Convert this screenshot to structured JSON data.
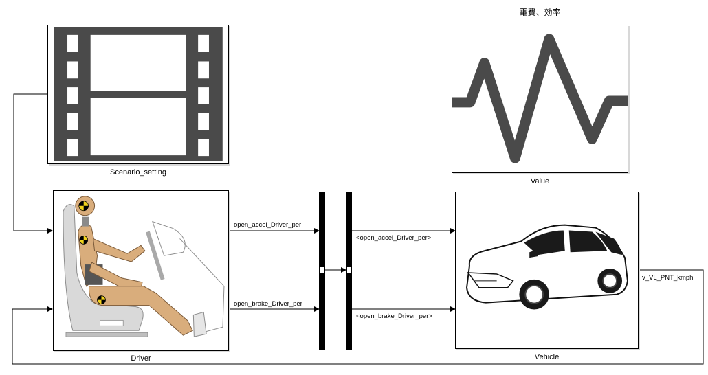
{
  "blocks": {
    "scenario": {
      "label": "Scenario_setting",
      "icon": "film-strip-icon"
    },
    "scope": {
      "title": "電費、効率",
      "label": "Value",
      "icon": "waveform-icon"
    },
    "driver": {
      "label": "Driver",
      "icon": "crash-test-dummy-driver-icon"
    },
    "vehicle": {
      "label": "Vehicle",
      "icon": "car-icon"
    },
    "mux": {
      "icon": "bus-creator-icon"
    },
    "demux": {
      "icon": "bus-selector-icon"
    }
  },
  "signals": {
    "accel_out": "open_accel_Driver_per",
    "brake_out": "open_brake_Driver_per",
    "accel_in": "<open_accel_Driver_per>",
    "brake_in": "<open_brake_Driver_per>",
    "speed": "v_VL_PNT_kmph"
  },
  "colors": {
    "icon_gray": "#4a4a4a",
    "line": "#000000",
    "dummy_skin": "#d9ad7c"
  }
}
